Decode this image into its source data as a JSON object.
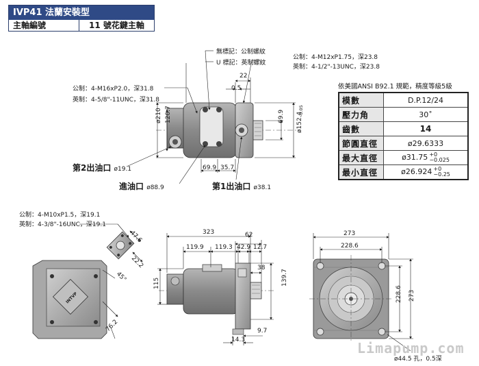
{
  "header": {
    "title": "IVP41 法蘭安裝型",
    "code_label": "主軸編號",
    "code_value": "11 號花鍵主軸"
  },
  "notes": {
    "mark_metric": "無標記：公制螺紋",
    "mark_u": "U 標記：英制螺紋",
    "top_metric": "公制：4-M12xP1.75，深23.8",
    "top_imperial": "英制：4-1/2\"-13UNC，深23.8",
    "left_metric": "公制：4-M16xP2.0，深31.8",
    "left_imperial": "英制：4-5/8\"-11UNC，深31.8",
    "port_metric": "公制：4-M10xP1.5，深19.1",
    "port_imperial": "英制：4-3/8\"-16UNC，深19.1",
    "bolt_hole": "ø44.5 孔，0.5深"
  },
  "ports": {
    "outlet2": "第2出油口",
    "outlet2_size": "ø19.1",
    "inlet": "進油口",
    "inlet_size": "ø88.9",
    "outlet1": "第1出油口",
    "outlet1_size": "ø38.1"
  },
  "dims": {
    "d22": "22",
    "d05": "0.5",
    "d210": "ø210",
    "d1207": "120.7",
    "d699v": "69.9",
    "d1524": "ø152.4",
    "d1524_tol": "-0.05",
    "d699h": "69.9",
    "d357": "35.7",
    "d476": "47.6",
    "d222": "22.2",
    "d45": "45°",
    "d762": "76.2",
    "d323": "323",
    "d62": "62",
    "d1199": "119.9",
    "d1193": "119.3",
    "d429": "42.9",
    "d127": "12.7",
    "d38": "38",
    "d115": "115",
    "d1397": "139.7",
    "d97": "9.7",
    "d143": "14.3",
    "d273h": "273",
    "d2286h": "228.6",
    "d2286v": "228.6",
    "d273v": "273"
  },
  "spec": {
    "caption": "依美國ANSI  B92.1 規範，精度等級5級",
    "rows": [
      {
        "key": "模數",
        "value": "D.P.12/24",
        "bold": false
      },
      {
        "key": "壓力角",
        "value": "30˚",
        "bold": false
      },
      {
        "key": "齒數",
        "value": "14",
        "bold": true
      },
      {
        "key": "節圓直徑",
        "value": "ø29.6333",
        "bold": false
      },
      {
        "key": "最大直徑",
        "value": "ø31.75",
        "tol_top": "+0",
        "tol_bot": "−0.025"
      },
      {
        "key": "最小直徑",
        "value": "ø26.924",
        "tol_top": "+0",
        "tol_bot": "−0.25"
      }
    ]
  },
  "brand": "Limapump.com",
  "colors": {
    "header_bg": "#2f4a86",
    "body_gray": "#8f8f8f",
    "line": "#222222"
  }
}
